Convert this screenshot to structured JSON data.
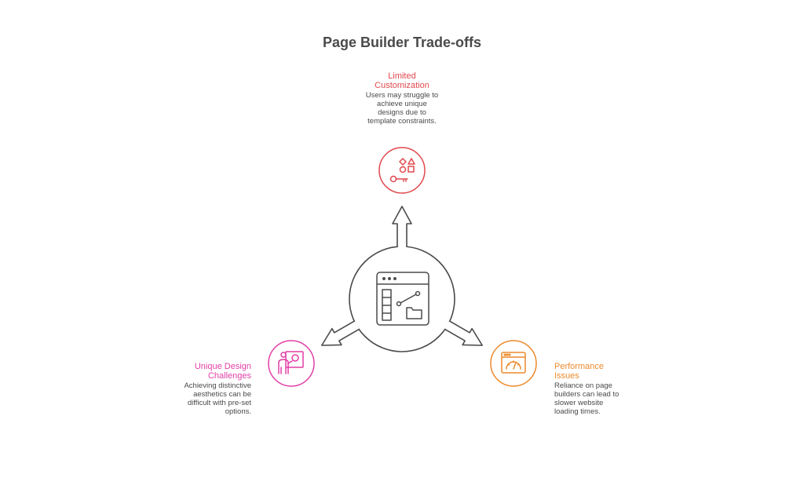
{
  "title": "Page Builder Trade-offs",
  "colors": {
    "center": "#4a4a4a",
    "limited": "#e0484d",
    "unique": "#e23fa6",
    "performance": "#ec8a2c"
  },
  "nodes": {
    "limited": {
      "title_lines": [
        "Limited",
        "Customization"
      ],
      "desc_lines": [
        "Users may struggle to",
        "achieve unique",
        "designs due to",
        "template constraints."
      ],
      "icon": "shapes-key-icon"
    },
    "unique": {
      "title_lines": [
        "Unique Design",
        "Challenges"
      ],
      "desc_lines": [
        "Achieving distinctive",
        "aesthetics can be",
        "difficult with pre-set",
        "options."
      ],
      "icon": "designer-palette-icon"
    },
    "performance": {
      "title_lines": [
        "Performance",
        "Issues"
      ],
      "desc_lines": [
        "Reliance on page",
        "builders can lead to",
        "slower website",
        "loading times."
      ],
      "icon": "browser-speedometer-icon"
    }
  },
  "center_icon": "page-builder-window-icon"
}
